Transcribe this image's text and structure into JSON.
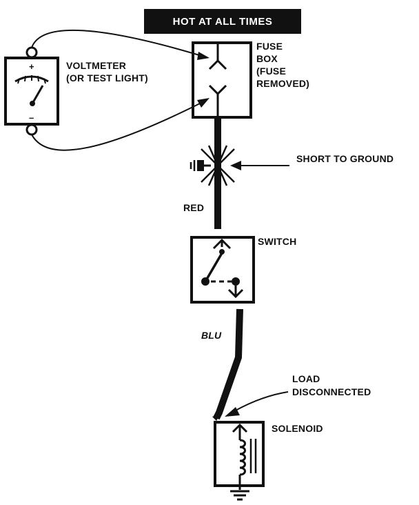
{
  "banner": "HOT AT ALL TIMES",
  "voltmeter": {
    "line1": "VOLTMETER",
    "line2": "(OR TEST LIGHT)",
    "plus": "+",
    "minus": "–"
  },
  "fusebox": {
    "line1": "FUSE",
    "line2": "BOX",
    "line3": "(FUSE",
    "line4": "REMOVED)"
  },
  "short_label": "SHORT TO GROUND",
  "wire_red": "RED",
  "switch_label": "SWITCH",
  "wire_blu": "BLU",
  "load": {
    "line1": "LOAD",
    "line2": "DISCONNECTED"
  },
  "solenoid_label": "SOLENOID"
}
